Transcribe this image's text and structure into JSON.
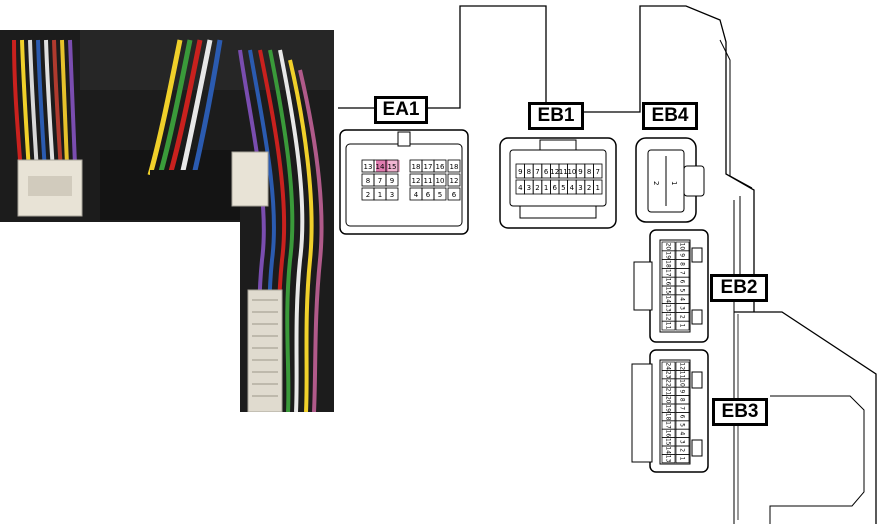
{
  "connectors": {
    "ea1": {
      "label": "EA1",
      "row1": [
        "13",
        "14",
        "15",
        "18",
        "17",
        "16",
        "18"
      ],
      "row2": [
        "8",
        "7",
        "9",
        "12",
        "11",
        "10",
        "12"
      ],
      "row3": [
        "2",
        "1",
        "3",
        "4",
        "6",
        "5",
        "6"
      ],
      "highlight_colors": [
        "#f2b6d2",
        "#e07cb0",
        "#d4d4d4"
      ]
    },
    "eb1": {
      "label": "EB1",
      "row1": [
        "9",
        "8",
        "7",
        "6",
        "12",
        "11",
        "10",
        "9",
        "8",
        "7"
      ],
      "row2": [
        "4",
        "3",
        "2",
        "1",
        "6",
        "5",
        "4",
        "3",
        "2",
        "1"
      ]
    },
    "eb4": {
      "label": "EB4",
      "pins": [
        "2",
        "1"
      ]
    },
    "eb2": {
      "label": "EB2",
      "col_a": [
        "20",
        "19",
        "18",
        "17",
        "16",
        "15",
        "14",
        "13",
        "12",
        "11"
      ],
      "col_b": [
        "10",
        "9",
        "8",
        "7",
        "6",
        "5",
        "4",
        "3",
        "2",
        "1"
      ]
    },
    "eb3": {
      "label": "EB3",
      "col_a": [
        "24",
        "23",
        "22",
        "21",
        "20",
        "19",
        "18",
        "17",
        "16",
        "15",
        "14",
        "13"
      ],
      "col_b": [
        "12",
        "11",
        "10",
        "9",
        "8",
        "7",
        "6",
        "5",
        "4",
        "3",
        "2",
        "1"
      ]
    }
  },
  "colors": {
    "line": "#000000",
    "connector_fill": "#ffffff",
    "photo_dark": "#1c1c1c"
  }
}
